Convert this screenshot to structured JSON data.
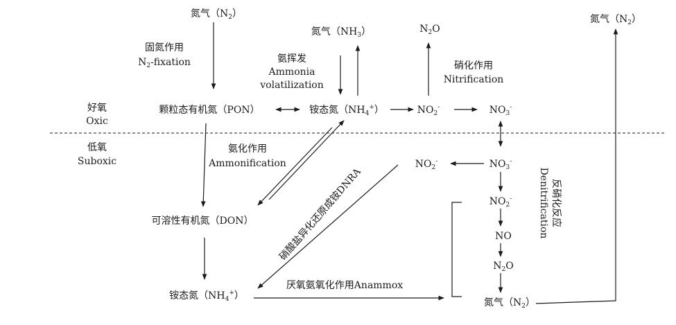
{
  "zones": {
    "oxic_cn": "好氧",
    "oxic_en": "Oxic",
    "suboxic_cn": "低氧",
    "suboxic_en": "Suboxic"
  },
  "nodes": {
    "n2_top": {
      "pre": "氮气（N",
      "sub": "2",
      "post": "）"
    },
    "nh3": {
      "pre": "氮气（NH",
      "sub": "3",
      "post": "）"
    },
    "n2o_top": {
      "pre": "N",
      "sub": "2",
      "post": "O"
    },
    "n2_right": {
      "pre": "氮气（N",
      "sub": "2",
      "post": "）"
    },
    "pon": "颗粒态有机氮（PON）",
    "nh4_top": {
      "pre": "铵态氮（NH",
      "sub": "4",
      "sup": "+",
      "post": "）"
    },
    "no2_top": {
      "pre": "NO",
      "sub": "2",
      "sup": "-"
    },
    "no3_top": {
      "pre": "NO",
      "sub": "3",
      "sup": "-"
    },
    "no2_left": {
      "pre": "NO",
      "sub": "2",
      "sup": "-"
    },
    "no3_mid": {
      "pre": "NO",
      "sub": "3",
      "sup": "-"
    },
    "no2_mid": {
      "pre": "NO",
      "sub": "2",
      "sup": "-"
    },
    "no": "NO",
    "n2o_mid": {
      "pre": "N",
      "sub": "2",
      "post": "O"
    },
    "n2_bottom": {
      "pre": "氮气（N",
      "sub": "2",
      "post": "）"
    },
    "don": "可溶性有机氮（DON）",
    "nh4_bottom": {
      "pre": "铵态氮（NH",
      "sub": "4",
      "sup": "+",
      "post": "）"
    }
  },
  "processes": {
    "fixation_cn": "固氮作用",
    "fixation_en": {
      "pre": "N",
      "sub": "2",
      "post": "-fixation"
    },
    "volatil_cn": "氨挥发",
    "volatil_en1": "Ammonia",
    "volatil_en2": "volatilization",
    "nitrif_cn": "硝化作用",
    "nitrif_en": "Nitrification",
    "ammonif_cn": "氨化作用",
    "ammonif_en": "Ammonification",
    "dnra": "硝酸盐异化还原成铵DNRA",
    "anammox": "厌氧氨氧化作用Anammox",
    "denitrif_cn": "反硝化反应",
    "denitrif_en": "Denitrification"
  }
}
